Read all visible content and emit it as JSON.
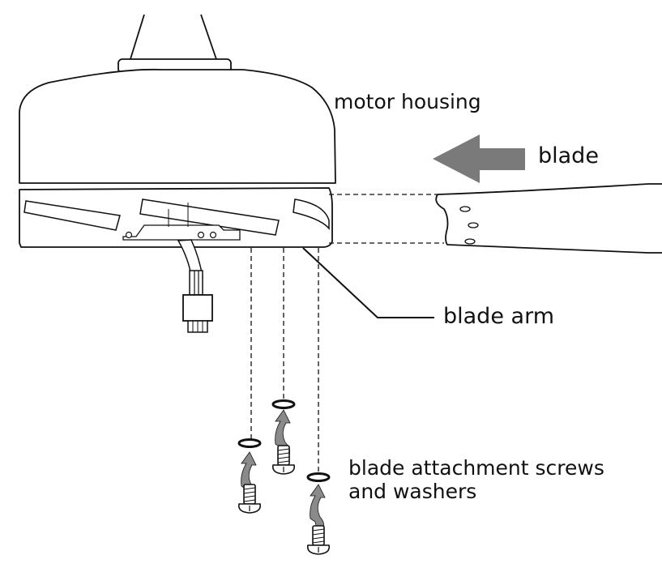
{
  "labels": {
    "motor_housing": "motor housing",
    "blade": "blade",
    "blade_arm": "blade arm",
    "screws_line1": "blade attachment screws",
    "screws_line2": "and washers"
  },
  "colors": {
    "outline": "#111111",
    "arrow_fill": "#7a7a7a",
    "background": "#ffffff"
  }
}
